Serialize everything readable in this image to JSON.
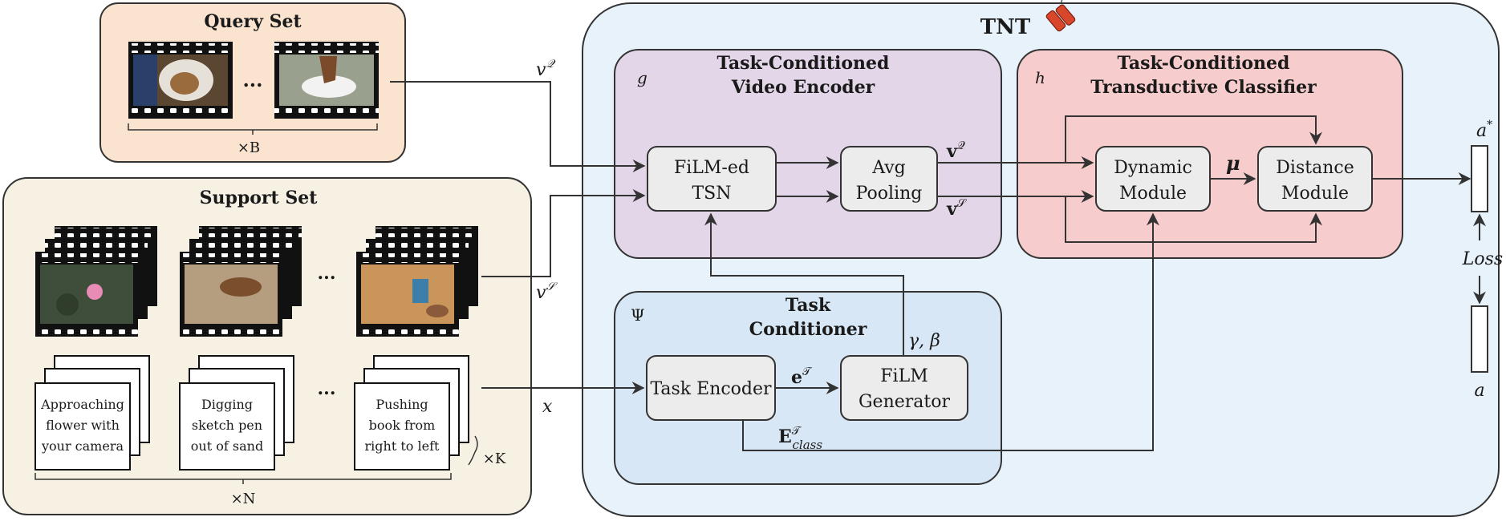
{
  "colors": {
    "query_bg": "#fbe4cf",
    "support_bg": "#f7f1e4",
    "tnt_bg": "#e8f2fa",
    "video_encoder_bg": "#e3d6e8",
    "classifier_bg": "#f6cccc",
    "task_conditioner_bg": "#d8e7f5",
    "module_box": "#ececec",
    "line": "#333333"
  },
  "query_set": {
    "title": "Query Set",
    "ellipsis": "...",
    "count_label": "×B"
  },
  "support_set": {
    "title": "Support Set",
    "ellipsis": "...",
    "class_labels": [
      [
        "Approaching",
        "flower with",
        "your camera"
      ],
      [
        "Digging",
        "sketch pen",
        "out of sand"
      ],
      [
        "Pushing",
        "book from",
        "right to left"
      ]
    ],
    "k_label": "×K",
    "n_label": "×N"
  },
  "tnt": {
    "title": "TNT",
    "icon": "dynamite-icon",
    "video_encoder": {
      "letter": "g",
      "title_line1": "Task-Conditioned",
      "title_line2": "Video Encoder",
      "film_tsn_line1": "FiLM-ed",
      "film_tsn_line2": "TSN",
      "avg_pool_line1": "Avg",
      "avg_pool_line2": "Pooling",
      "vq": "v",
      "vq_sup": "𝒬",
      "vs": "v",
      "vs_sup": "𝒮"
    },
    "classifier": {
      "letter": "h",
      "title_line1": "Task-Conditioned",
      "title_line2": "Transductive Classifier",
      "dynamic_line1": "Dynamic",
      "dynamic_line2": "Module",
      "distance_line1": "Distance",
      "distance_line2": "Module",
      "mu": "μ"
    },
    "task_conditioner": {
      "letter": "Ψ",
      "title_line1": "Task",
      "title_line2": "Conditioner",
      "task_encoder": "Task Encoder",
      "film_gen_line1": "FiLM",
      "film_gen_line2": "Generator",
      "gamma_beta": "γ, β",
      "e_t": "e",
      "e_t_sup": "𝒯",
      "e_class": "E",
      "e_class_sup": "𝒯",
      "e_class_sub": "class"
    }
  },
  "inputs": {
    "vq": "v",
    "vq_sup": "𝒬",
    "vs": "v",
    "vs_sup": "𝒮",
    "x": "x"
  },
  "outputs": {
    "a_star": "a",
    "a_star_sup": "*",
    "loss": "Loss",
    "a": "a"
  }
}
